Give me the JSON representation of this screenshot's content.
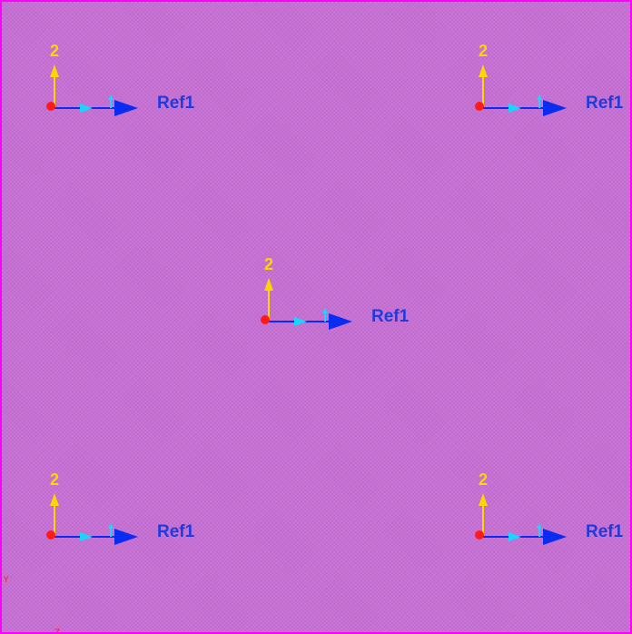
{
  "triads": [
    {
      "id": "triad-top-left",
      "axis_label": "2",
      "ref_label": "Ref1"
    },
    {
      "id": "triad-top-right",
      "axis_label": "2",
      "ref_label": "Ref1"
    },
    {
      "id": "triad-center",
      "axis_label": "2",
      "ref_label": "Ref1"
    },
    {
      "id": "triad-bottom-left",
      "axis_label": "2",
      "ref_label": "Ref1"
    },
    {
      "id": "triad-bottom-right",
      "axis_label": "2",
      "ref_label": "Ref1"
    }
  ],
  "global_triad": {
    "y_label": "Y",
    "z_label": "Z"
  },
  "colors": {
    "background": "#c66fd4",
    "border": "#ff00ff",
    "axis2": "#ffd500",
    "axis1": "#0a2bf0",
    "axis1_inner": "#19d6ff",
    "origin": "#ff1a1a",
    "ref_label": "#1f3bdc"
  }
}
